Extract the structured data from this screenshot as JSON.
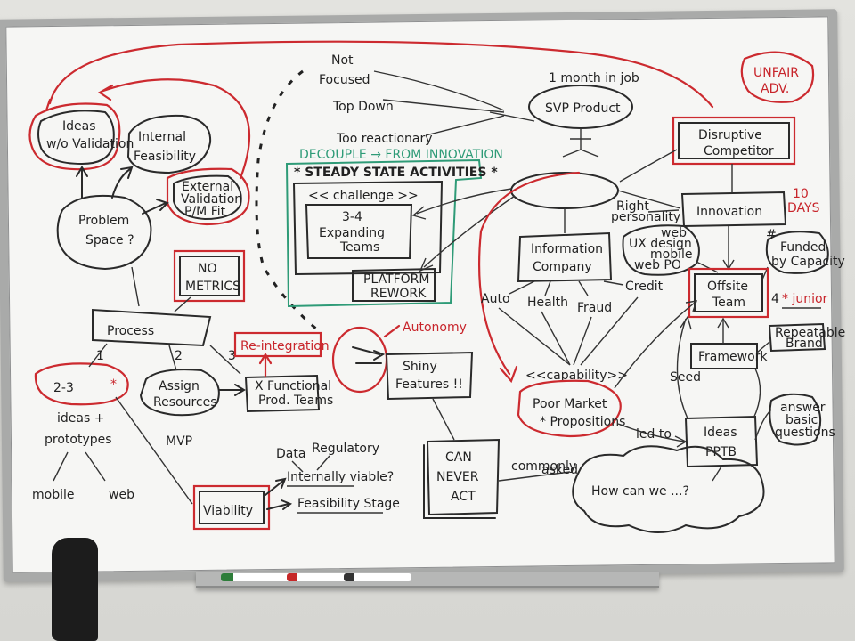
{
  "notes": {
    "ideas_validation": [
      "Ideas",
      "w/o Validation"
    ],
    "internal_feasibility": [
      "Internal",
      "Feasibility"
    ],
    "external_validation": [
      "External",
      "Validation",
      "P/M Fit"
    ],
    "problem_space": [
      "Problem",
      "Space ?"
    ],
    "no_metrics": [
      "NO",
      "METRICS"
    ],
    "process": "Process",
    "two_three": "2-3",
    "ideas_prototypes": [
      "ideas +",
      "prototypes"
    ],
    "mobile": "mobile",
    "web": "web",
    "assign_resources": [
      "Assign",
      "Resources"
    ],
    "mvp": "MVP",
    "step_2": "2",
    "step_3": "3",
    "cross_functional": [
      "X Functional",
      "Prod. Teams"
    ],
    "reintegration": "Re-integration",
    "viability": "Viability",
    "data": "Data",
    "regulatory": "Regulatory",
    "internally_viable": "Internally viable?",
    "feasibility_stage": "Feasibility Stage",
    "top_left_list": [
      "Not",
      "Focused",
      "Top Down",
      "Too reactionary"
    ],
    "decouple": "DECOUPLE → FROM INNOVATION",
    "steady_state": "* STEADY STATE ACTIVITIES *",
    "challenge": "<< challenge >>",
    "expanding_teams": [
      "3-4",
      "Expanding",
      "Teams"
    ],
    "platform_rework": [
      "PLATFORM",
      "REWORK"
    ],
    "autonomy": "Autonomy",
    "shiny_features": [
      "Shiny",
      "Features !!"
    ],
    "can_never_act": [
      "CAN",
      "NEVER",
      "ACT"
    ],
    "commonly_asked": [
      "commonly",
      "asked"
    ],
    "how_can_we": "How can we ...?",
    "one_month": "1 month in job",
    "svp_product": "SVP Product",
    "unfair_adv": [
      "UNFAIR",
      "ADV."
    ],
    "disruptive": [
      "Disruptive",
      "Competitor"
    ],
    "ten_days": [
      "10",
      "DAYS"
    ],
    "innovation": "Innovation",
    "right_personality": [
      "Right",
      "personality"
    ],
    "ux_design": [
      "web",
      "UX design",
      "mobile",
      "web PO"
    ],
    "information_company": [
      "Information",
      "Company"
    ],
    "auto": "Auto",
    "health": "Health",
    "fraud": "Fraud",
    "credit": "Credit",
    "funded_by_capacity": [
      "#",
      "Funded",
      "by Capacity"
    ],
    "offsite_team": [
      "Offsite",
      "Team"
    ],
    "four_junior": [
      "4",
      "* junior"
    ],
    "repeatable_brand": [
      "Repeatable",
      "Brand"
    ],
    "framework": "Framework",
    "capability": "<<capability>>",
    "poor_market": [
      "Poor Market",
      "* Propositions"
    ],
    "led_to": "led to",
    "seed": "Seed",
    "ideas_pptb": [
      "Ideas",
      "PPTB"
    ],
    "answer_questions": [
      "answer",
      "basic",
      "questions"
    ]
  },
  "markers": [
    {
      "color": "#2e7d3a"
    },
    {
      "color": "#c62828"
    },
    {
      "color": "#333333"
    }
  ]
}
